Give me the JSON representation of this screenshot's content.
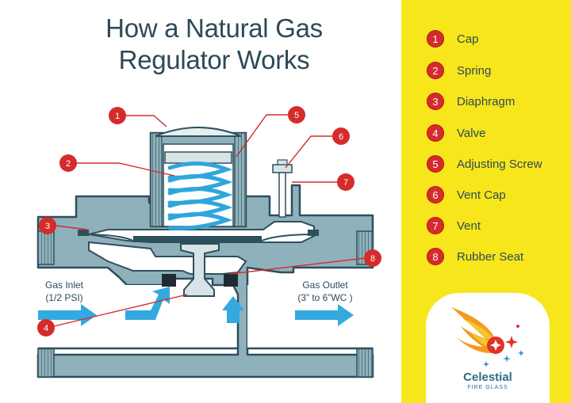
{
  "title": {
    "line1": "How a Natural Gas",
    "line2": "Regulator Works"
  },
  "legend": [
    {
      "number": "1",
      "label": "Cap"
    },
    {
      "number": "2",
      "label": "Spring"
    },
    {
      "number": "3",
      "label": "Diaphragm"
    },
    {
      "number": "4",
      "label": "Valve"
    },
    {
      "number": "5",
      "label": "Adjusting Screw"
    },
    {
      "number": "6",
      "label": "Vent Cap"
    },
    {
      "number": "7",
      "label": "Vent"
    },
    {
      "number": "8",
      "label": "Rubber Seat"
    }
  ],
  "callouts": [
    "1",
    "2",
    "3",
    "4",
    "5",
    "6",
    "7",
    "8"
  ],
  "inlet": {
    "line1": "Gas Inlet",
    "line2": "(1/2 PSI)"
  },
  "outlet": {
    "line1": "Gas Outlet",
    "line2": "(3” to 6”WC )"
  },
  "brand": {
    "name": "Celestial",
    "tagline": "FIRE GLASS"
  },
  "colors": {
    "panel_yellow": "#f7e61b",
    "callout_red": "#d62b2b",
    "body_teal": "#8fb1bb",
    "body_outline": "#2e4f5c",
    "spring_blue": "#2ea6dc",
    "flow_arrow": "#33a9e0",
    "title_text": "#2c4a56"
  },
  "icons": {
    "logo": "flame-comet-icon",
    "arrows": "flow-arrow-icon"
  }
}
